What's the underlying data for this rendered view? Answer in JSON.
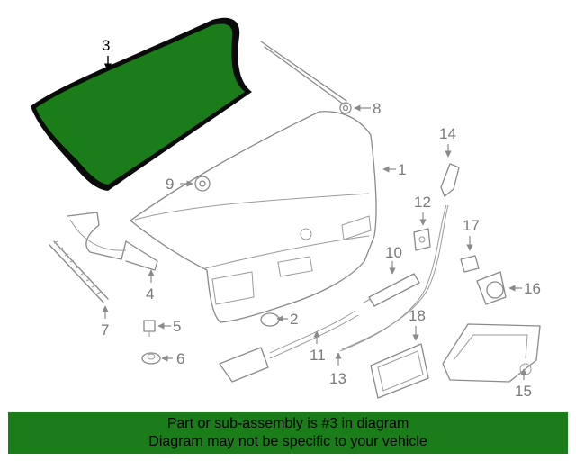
{
  "diagram": {
    "callouts": [
      "3",
      "8",
      "9",
      "1",
      "14",
      "12",
      "17",
      "10",
      "16",
      "7",
      "4",
      "5",
      "6",
      "2",
      "11",
      "13",
      "18",
      "15"
    ],
    "highlighted_callout": "3",
    "highlight_color": "#1a7d1a"
  },
  "banner": {
    "line1": "Part or sub-assembly is #3 in diagram",
    "line2": "Diagram may not be specific to your vehicle",
    "color": "#1a7d1a"
  }
}
